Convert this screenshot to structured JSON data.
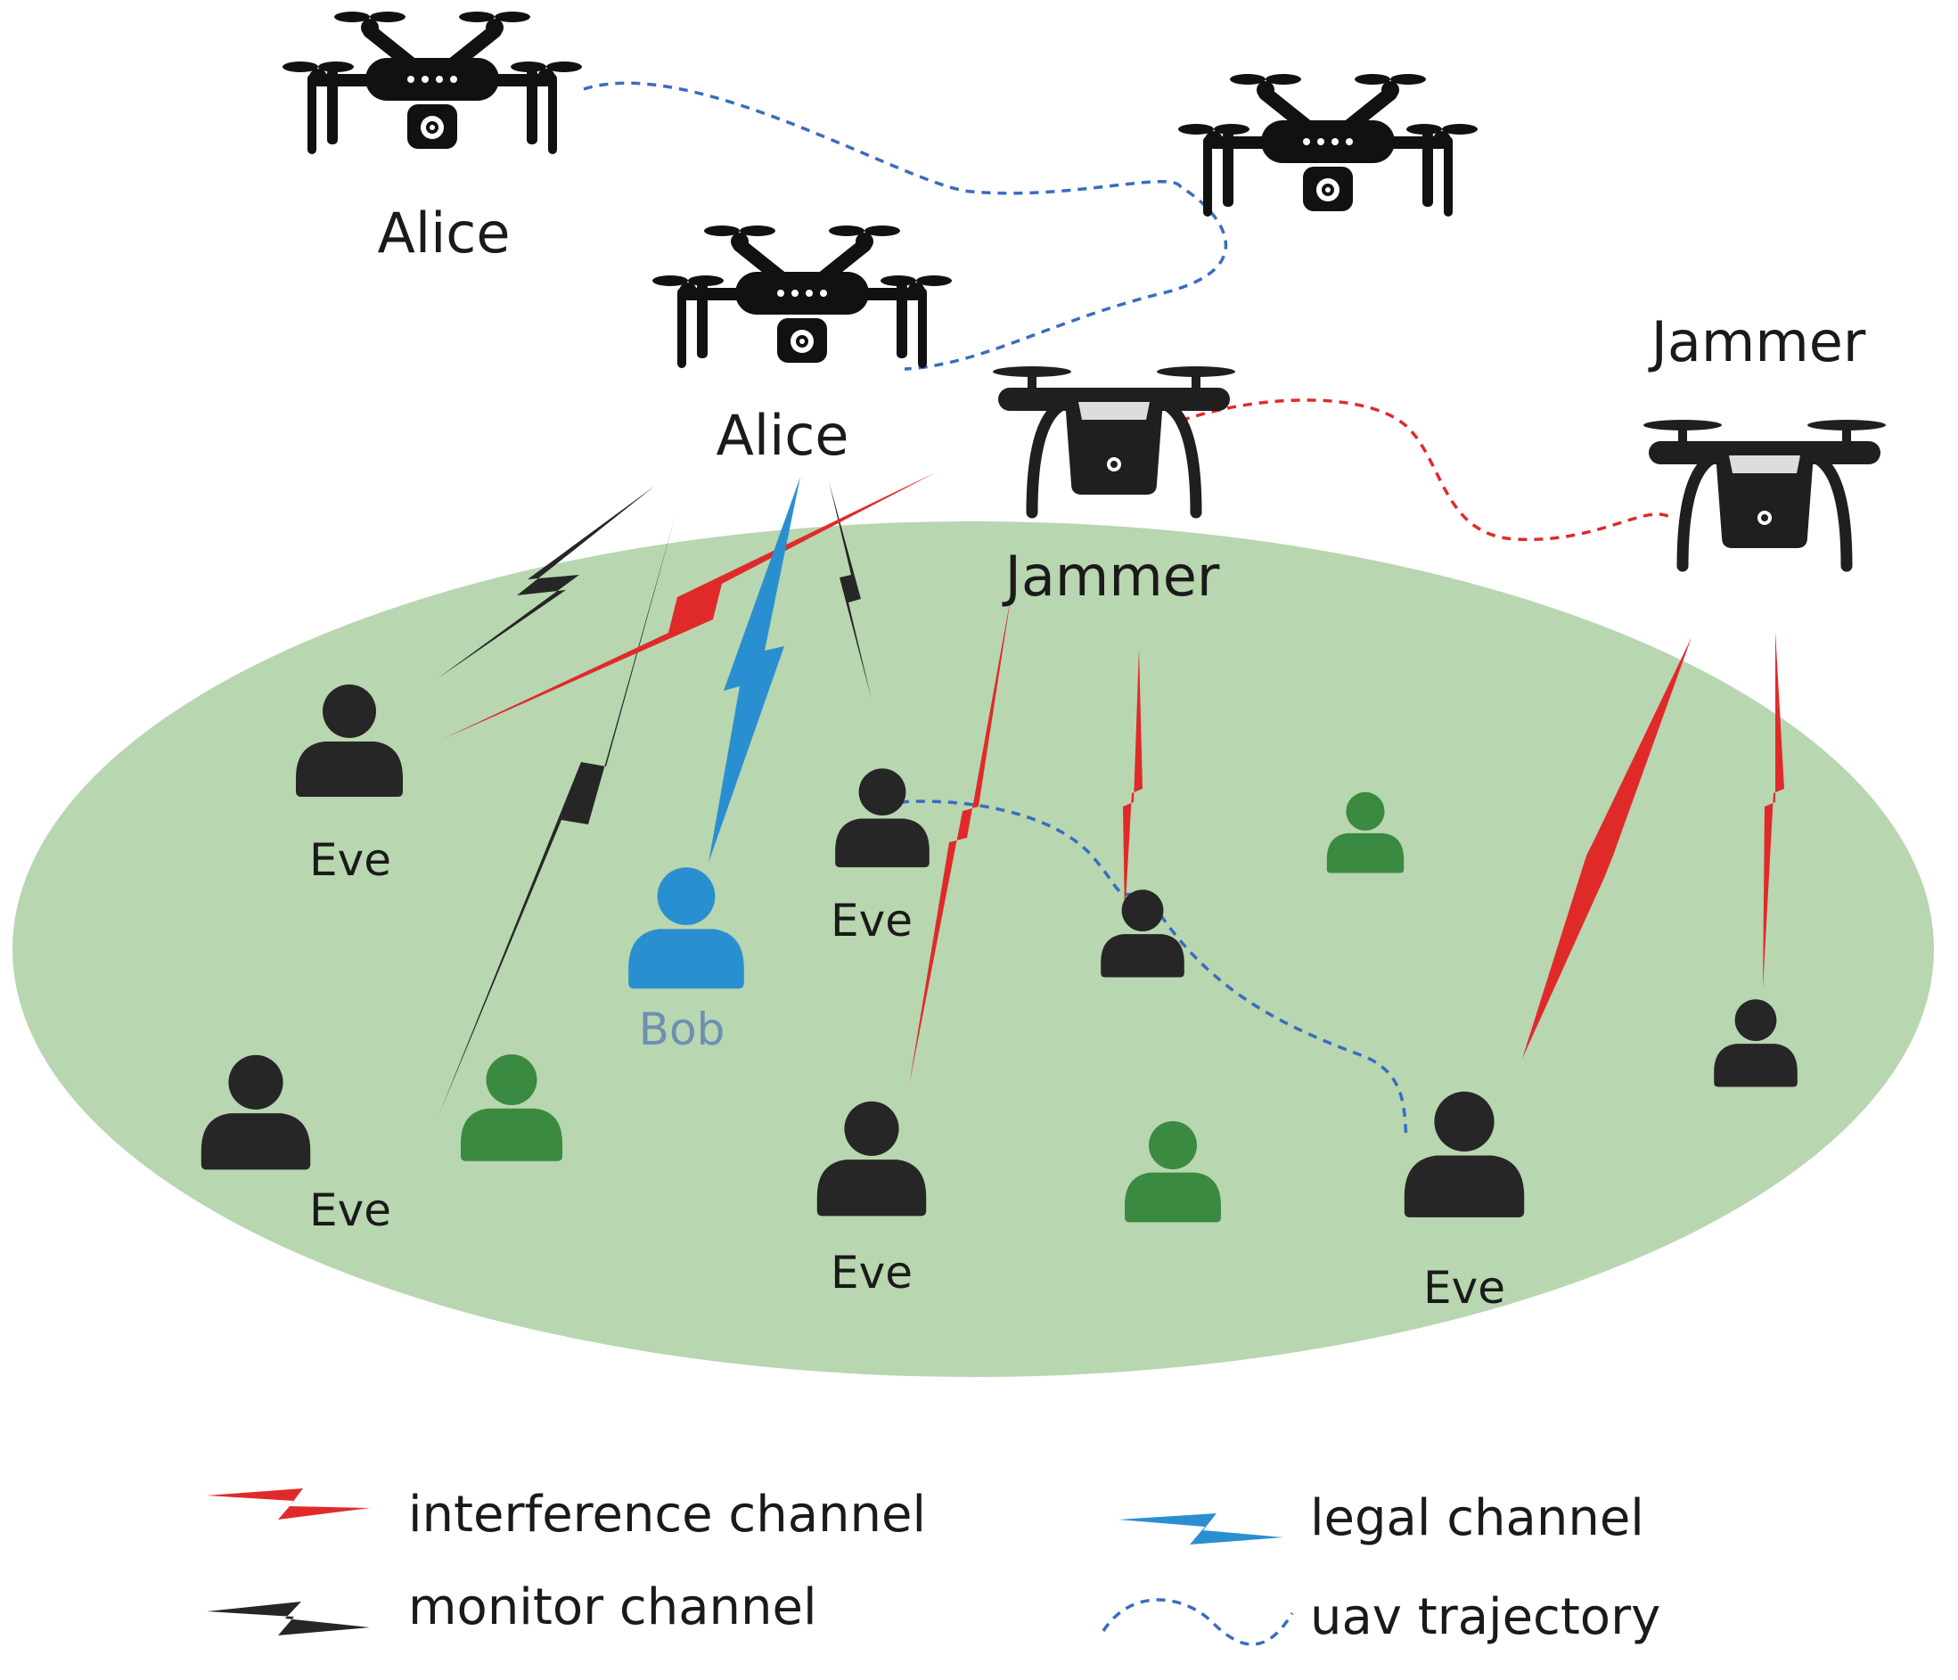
{
  "nodes": {
    "alice_1": "Alice",
    "alice_2": "Alice",
    "jammer_1": "Jammer",
    "jammer_2": "Jammer",
    "bob": "Bob",
    "eve_1": "Eve",
    "eve_2": "Eve",
    "eve_3": "Eve",
    "eve_4": "Eve",
    "eve_5": "Eve"
  },
  "legend": {
    "interference": "interference channel",
    "monitor": "monitor channel",
    "legal": "legal channel",
    "trajectory": "uav trajectory"
  },
  "colors": {
    "ground": "#b8d6b0",
    "interference": "#e02a2a",
    "monitor": "#262626",
    "legal": "#2a8fd0",
    "trajectory_uav": "#3a6cc0",
    "trajectory_jammer": "#e02a2a",
    "eve": "#262626",
    "bob": "#2a8fd0",
    "user": "#3a8a42"
  },
  "icons": [
    "quadcopter-alice-icon",
    "quadcopter-jammer-icon",
    "person-icon",
    "lightning-bolt-icon"
  ]
}
